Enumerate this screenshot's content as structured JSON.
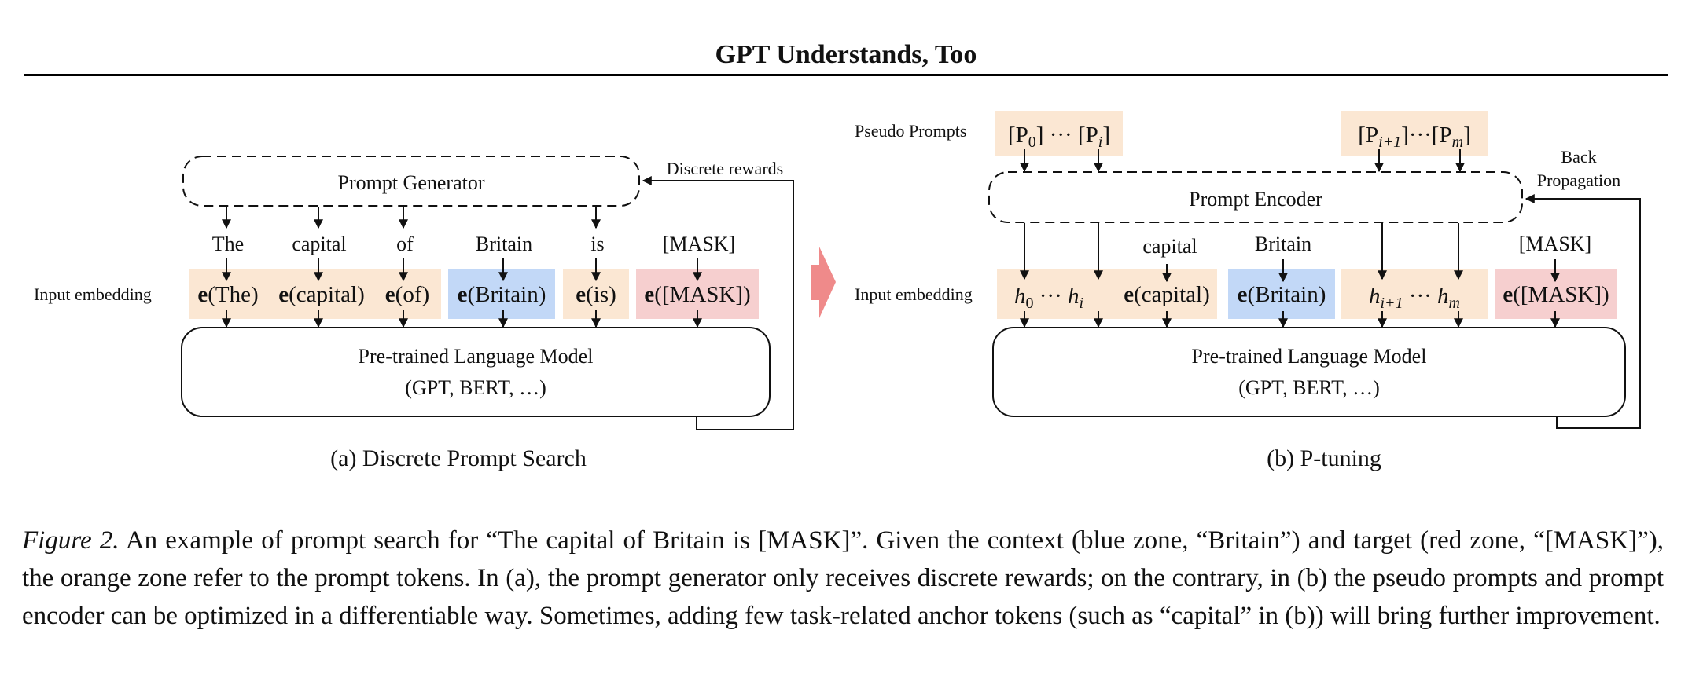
{
  "header": {
    "title": "GPT Understands, Too"
  },
  "colors": {
    "prompt_zone": "#fbe7d3",
    "context_zone": "#c2d8f7",
    "target_zone": "#f6cfcf",
    "transition_arrow": "#ef8a8a",
    "line": "#111111"
  },
  "panel_a": {
    "generator_label": "Prompt Generator",
    "feedback_label": "Discrete rewards",
    "row_label": "Input embedding",
    "tokens": [
      {
        "word": "The",
        "embedding": "The",
        "zone": "prompt"
      },
      {
        "word": "capital",
        "embedding": "capital",
        "zone": "prompt"
      },
      {
        "word": "of",
        "embedding": "of",
        "zone": "prompt"
      },
      {
        "word": "Britain",
        "embedding": "Britain",
        "zone": "context"
      },
      {
        "word": "is",
        "embedding": "is",
        "zone": "prompt"
      },
      {
        "word": "[MASK]",
        "embedding": "[MASK]",
        "zone": "target"
      }
    ],
    "embedding_fn": "e",
    "model_line1": "Pre-trained Language Model",
    "model_line2": "(GPT, BERT, …)",
    "subcaption": "(a) Discrete Prompt Search"
  },
  "panel_b": {
    "pseudo_label": "Pseudo Prompts",
    "pseudo_groups": [
      {
        "first": "P",
        "first_sub": "0",
        "sep": "···",
        "last": "P",
        "last_sub": "i"
      },
      {
        "first": "P",
        "first_sub": "i+1",
        "sep": "···",
        "last": "P",
        "last_sub": "m"
      }
    ],
    "encoder_label": "Prompt Encoder",
    "feedback_label_line1": "Back",
    "feedback_label_line2": "Propagation",
    "row_label": "Input embedding",
    "anchor_words": {
      "capital": "capital",
      "britain": "Britain",
      "mask": "[MASK]"
    },
    "hidden_groups": [
      {
        "first": "h",
        "first_sub": "0",
        "sep": "···",
        "last": "h",
        "last_sub": "i",
        "anchor": "capital"
      },
      {
        "first": "h",
        "first_sub": "i+1",
        "sep": "···",
        "last": "h",
        "last_sub": "m"
      }
    ],
    "context_embedding": "Britain",
    "target_embedding": "[MASK]",
    "embedding_fn": "e",
    "model_line1": "Pre-trained Language Model",
    "model_line2": "(GPT, BERT, …)",
    "subcaption": "(b) P-tuning"
  },
  "caption": {
    "label": "Figure 2.",
    "text": " An example of prompt search for “The capital of Britain is [MASK]”. Given the context (blue zone, “Britain”) and target (red zone, “[MASK]”), the orange zone refer to the prompt tokens. In (a), the prompt generator only receives discrete rewards; on the contrary, in (b) the pseudo prompts and prompt encoder can be optimized in a differentiable way. Sometimes, adding few task-related anchor tokens (such as “capital” in (b)) will bring further improvement."
  }
}
